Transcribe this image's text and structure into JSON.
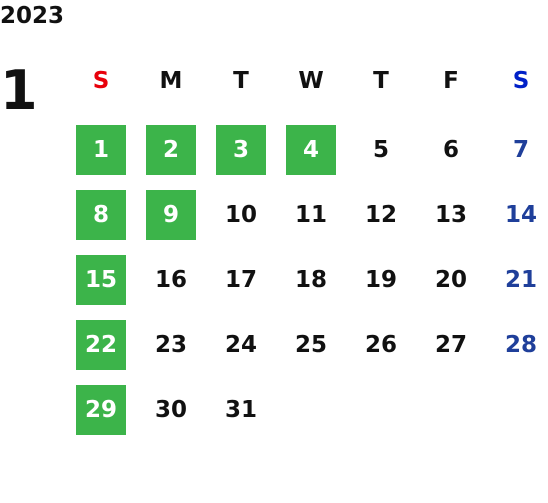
{
  "calendar": {
    "year": "2023",
    "month": "1",
    "weekdays": [
      {
        "label": "S",
        "color": "#e8000b"
      },
      {
        "label": "M",
        "color": "#111111"
      },
      {
        "label": "T",
        "color": "#111111"
      },
      {
        "label": "W",
        "color": "#111111"
      },
      {
        "label": "T",
        "color": "#111111"
      },
      {
        "label": "F",
        "color": "#111111"
      },
      {
        "label": "S",
        "color": "#0020c8"
      }
    ],
    "highlight_color": "#3cb44a",
    "saturday_color": "#1f3f9a",
    "weeks": [
      [
        {
          "day": "1",
          "highlighted": true
        },
        {
          "day": "2",
          "highlighted": true
        },
        {
          "day": "3",
          "highlighted": true
        },
        {
          "day": "4",
          "highlighted": true
        },
        {
          "day": "5",
          "highlighted": false
        },
        {
          "day": "6",
          "highlighted": false
        },
        {
          "day": "7",
          "highlighted": false
        }
      ],
      [
        {
          "day": "8",
          "highlighted": true
        },
        {
          "day": "9",
          "highlighted": true
        },
        {
          "day": "10",
          "highlighted": false
        },
        {
          "day": "11",
          "highlighted": false
        },
        {
          "day": "12",
          "highlighted": false
        },
        {
          "day": "13",
          "highlighted": false
        },
        {
          "day": "14",
          "highlighted": false
        }
      ],
      [
        {
          "day": "15",
          "highlighted": true
        },
        {
          "day": "16",
          "highlighted": false
        },
        {
          "day": "17",
          "highlighted": false
        },
        {
          "day": "18",
          "highlighted": false
        },
        {
          "day": "19",
          "highlighted": false
        },
        {
          "day": "20",
          "highlighted": false
        },
        {
          "day": "21",
          "highlighted": false
        }
      ],
      [
        {
          "day": "22",
          "highlighted": true
        },
        {
          "day": "23",
          "highlighted": false
        },
        {
          "day": "24",
          "highlighted": false
        },
        {
          "day": "25",
          "highlighted": false
        },
        {
          "day": "26",
          "highlighted": false
        },
        {
          "day": "27",
          "highlighted": false
        },
        {
          "day": "28",
          "highlighted": false
        }
      ],
      [
        {
          "day": "29",
          "highlighted": true
        },
        {
          "day": "30",
          "highlighted": false
        },
        {
          "day": "31",
          "highlighted": false
        },
        {
          "day": "",
          "highlighted": false
        },
        {
          "day": "",
          "highlighted": false
        },
        {
          "day": "",
          "highlighted": false
        },
        {
          "day": "",
          "highlighted": false
        }
      ]
    ]
  }
}
